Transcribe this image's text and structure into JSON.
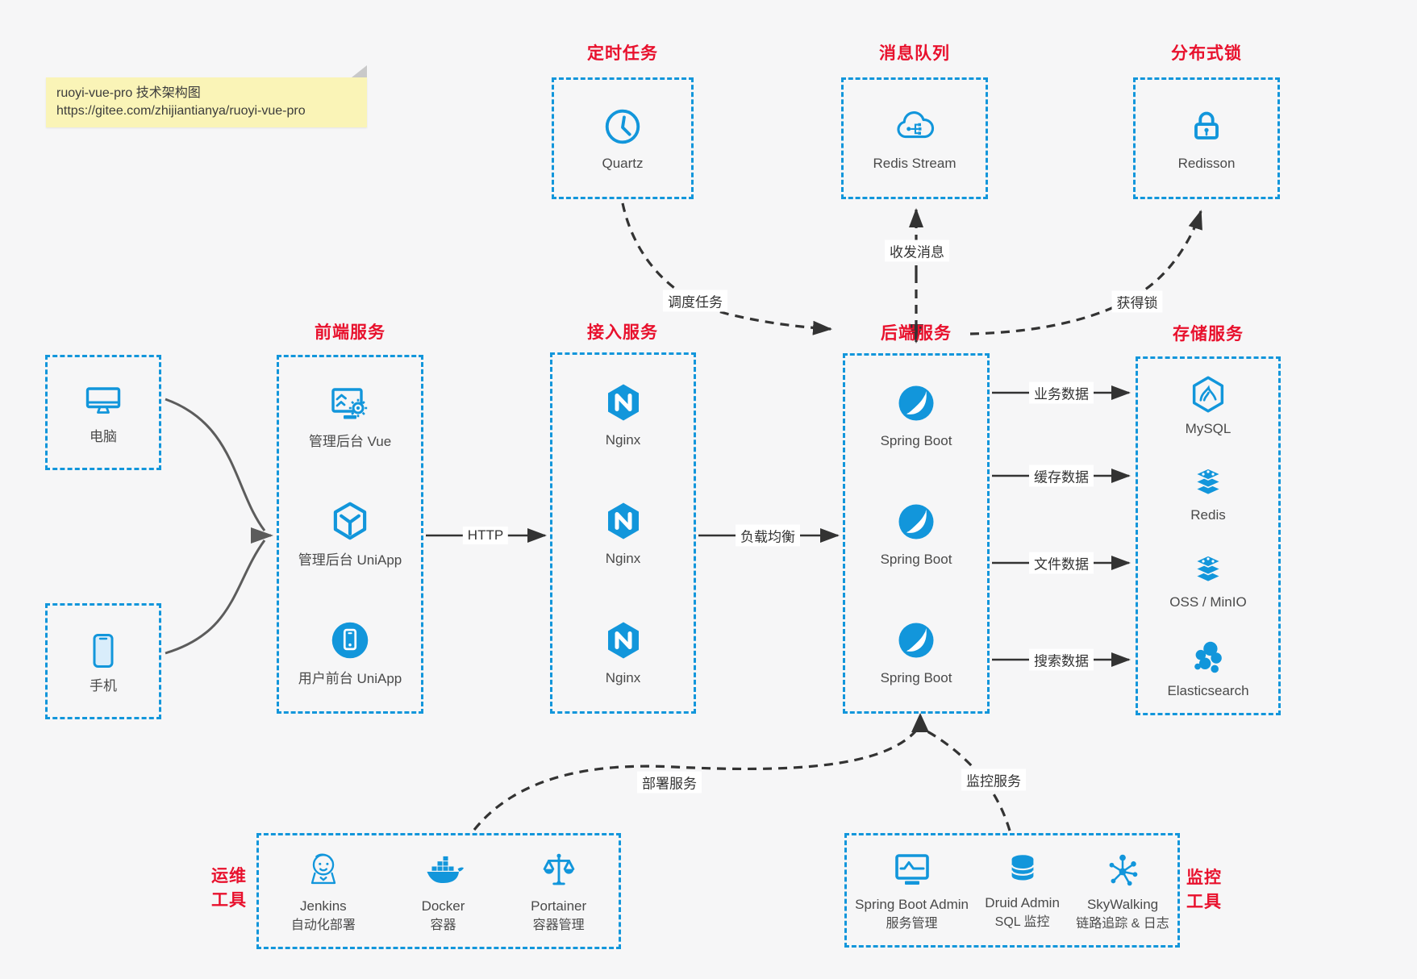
{
  "colors": {
    "accent": "#1296db",
    "red": "#e8112d",
    "line": "#333333",
    "gray_arrow": "#5c5c5c",
    "note_bg": "#faf4b7",
    "bg": "#f6f6f7"
  },
  "note": {
    "line1": "ruoyi-vue-pro 技术架构图",
    "line2": "https://gitee.com/zhijiantianya/ruoyi-vue-pro"
  },
  "clients": {
    "pc": "电脑",
    "phone": "手机"
  },
  "scheduler": {
    "title": "定时任务",
    "item": "Quartz"
  },
  "mq": {
    "title": "消息队列",
    "item": "Redis Stream"
  },
  "lock": {
    "title": "分布式锁",
    "item": "Redisson"
  },
  "frontend": {
    "title": "前端服务",
    "items": [
      {
        "label": "管理后台 Vue"
      },
      {
        "label": "管理后台 UniApp"
      },
      {
        "label": "用户前台 UniApp"
      }
    ]
  },
  "gateway": {
    "title": "接入服务",
    "items": [
      {
        "label": "Nginx"
      },
      {
        "label": "Nginx"
      },
      {
        "label": "Nginx"
      }
    ]
  },
  "backend": {
    "title": "后端服务",
    "items": [
      {
        "label": "Spring Boot"
      },
      {
        "label": "Spring Boot"
      },
      {
        "label": "Spring Boot"
      }
    ]
  },
  "storage": {
    "title": "存储服务",
    "items": [
      {
        "label": "MySQL"
      },
      {
        "label": "Redis"
      },
      {
        "label": "OSS / MinIO"
      },
      {
        "label": "Elasticsearch"
      }
    ]
  },
  "ops": {
    "title_line1": "运维",
    "title_line2": "工具",
    "items": [
      {
        "name": "Jenkins",
        "desc": "自动化部署"
      },
      {
        "name": "Docker",
        "desc": "容器"
      },
      {
        "name": "Portainer",
        "desc": "容器管理"
      }
    ]
  },
  "monitor": {
    "title_line1": "监控",
    "title_line2": "工具",
    "items": [
      {
        "name": "Spring Boot Admin",
        "desc": "服务管理"
      },
      {
        "name": "Druid Admin",
        "desc": "SQL 监控"
      },
      {
        "name": "SkyWalking",
        "desc": "链路追踪 & 日志"
      }
    ]
  },
  "edges": {
    "http": "HTTP",
    "load_balance": "负载均衡",
    "schedule": "调度任务",
    "messages": "收发消息",
    "acquire_lock": "获得锁",
    "business": "业务数据",
    "cache": "缓存数据",
    "file": "文件数据",
    "search": "搜索数据",
    "deploy": "部署服务",
    "monitoring": "监控服务"
  }
}
